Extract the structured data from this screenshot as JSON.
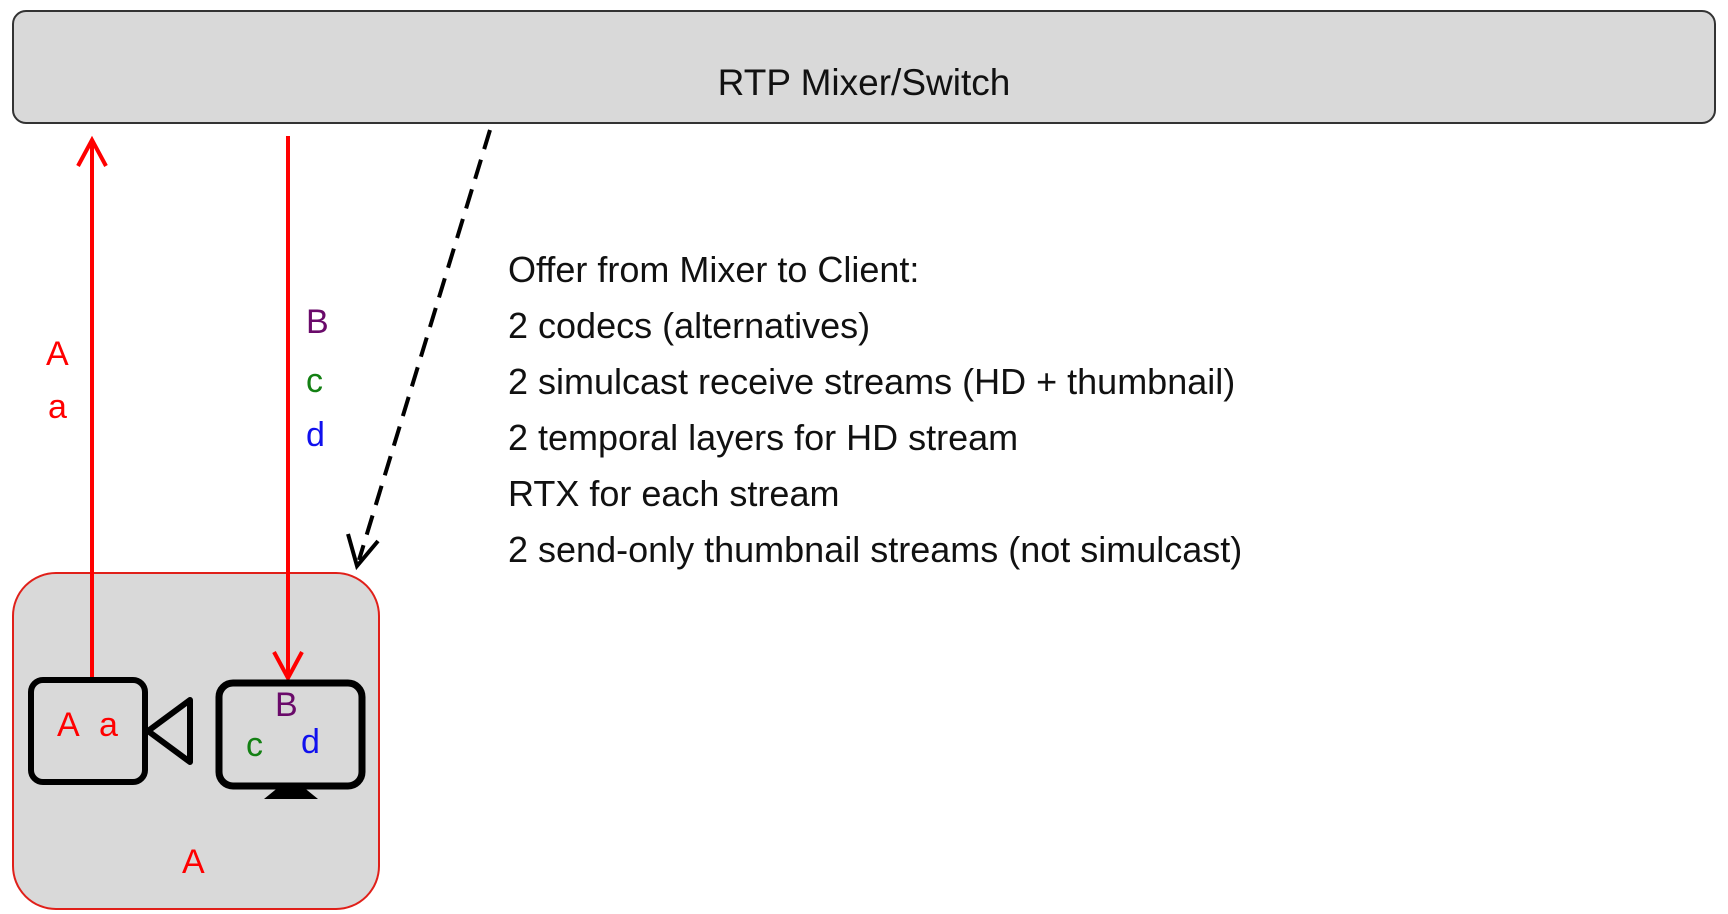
{
  "mixer": {
    "title": "RTP Mixer/Switch"
  },
  "uplink": {
    "labels": [
      "A",
      "a"
    ]
  },
  "downlink": {
    "labels": [
      "B",
      "c",
      "d"
    ]
  },
  "client": {
    "name": "A",
    "camera": {
      "labels": [
        "A",
        "a"
      ]
    },
    "monitor": {
      "labels": [
        "B",
        "c",
        "d"
      ]
    }
  },
  "offer": {
    "title": "Offer from Mixer to Client:",
    "items": [
      "2 codecs (alternatives)",
      "2 simulcast receive streams (HD + thumbnail)",
      "2 temporal layers for HD stream",
      "RTX for each stream",
      "2 send-only thumbnail streams (not simulcast)"
    ]
  },
  "colors": {
    "stream_A": "#ff0000",
    "stream_B": "#6a0a6a",
    "stream_c": "#138013",
    "stream_d": "#1010ee",
    "box_fill": "#d9d9d9",
    "client_border": "#e0201a"
  },
  "icons": [
    "video-camera-icon",
    "monitor-icon"
  ]
}
